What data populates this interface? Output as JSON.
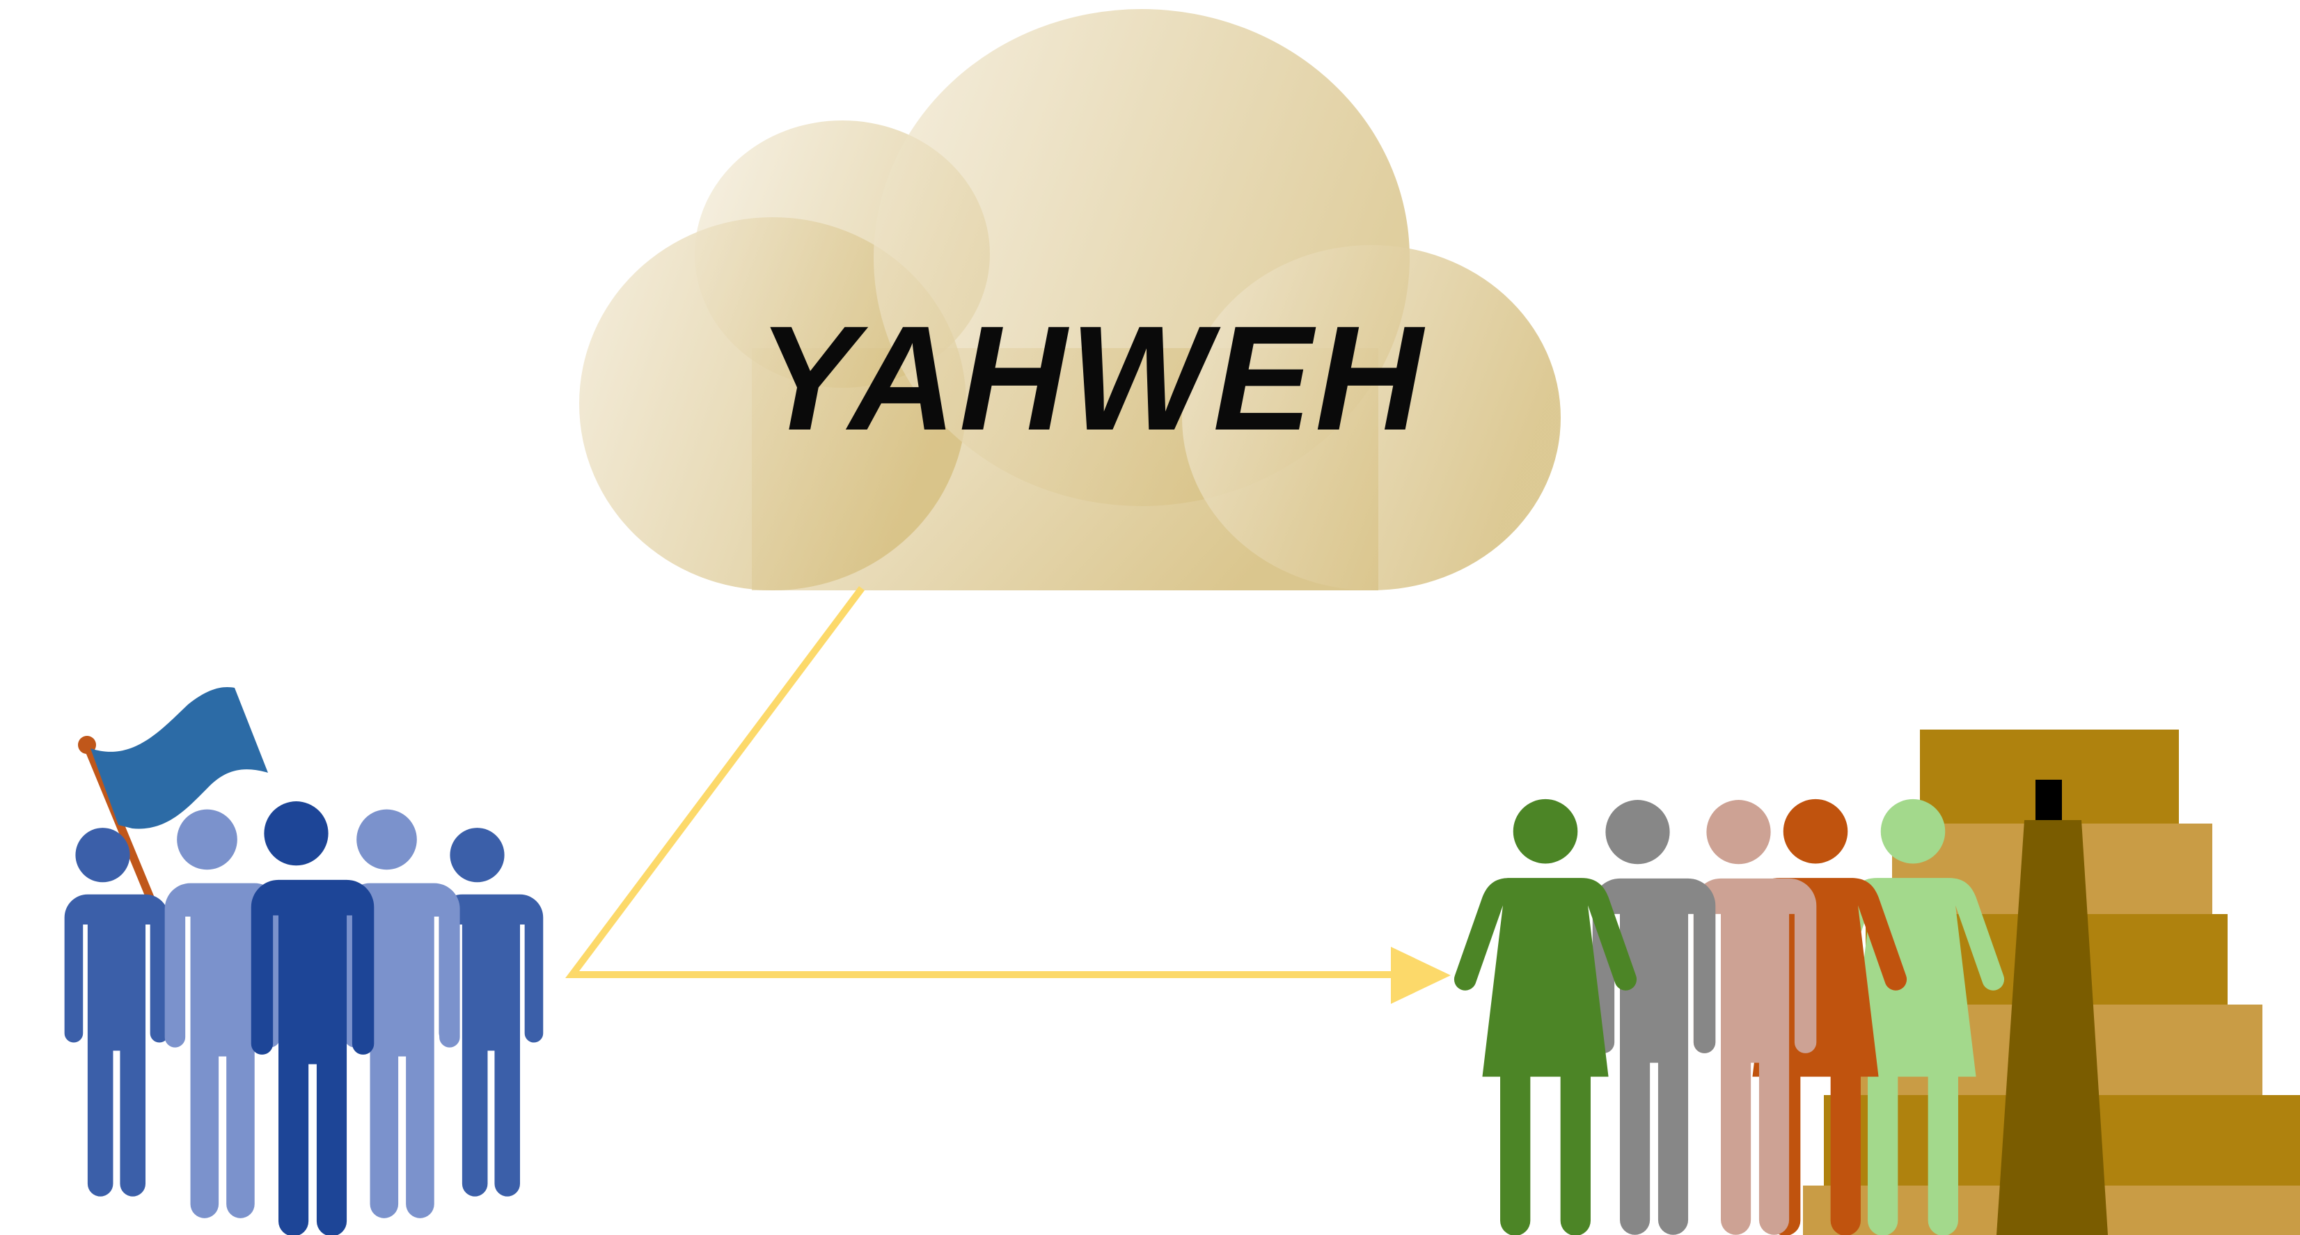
{
  "cloud": {
    "label": "YAHWEH",
    "gradient_start": "#f1e8d2",
    "gradient_end": "#d4bc7a"
  },
  "connector": {
    "color": "#fcd96a"
  },
  "left_group": {
    "icon": "israel-group-with-flag",
    "flag_color": "#2c6ba6",
    "flag_pole_color": "#c0571a",
    "figure_colors": [
      "#3b5fa9",
      "#7b92cc",
      "#1d4597",
      "#7b92cc",
      "#3b5fa9"
    ]
  },
  "right_group": {
    "icon": "nations-group",
    "figure_colors": [
      "#4c8526",
      "#878787",
      "#cda294",
      "#c0530e",
      "#a3d98c"
    ]
  },
  "temple": {
    "icon": "ziggurat-icon",
    "step_colors": [
      "#af820e",
      "#c99c45"
    ],
    "shaft_color": "#7a5c00",
    "door_color": "#000000"
  }
}
